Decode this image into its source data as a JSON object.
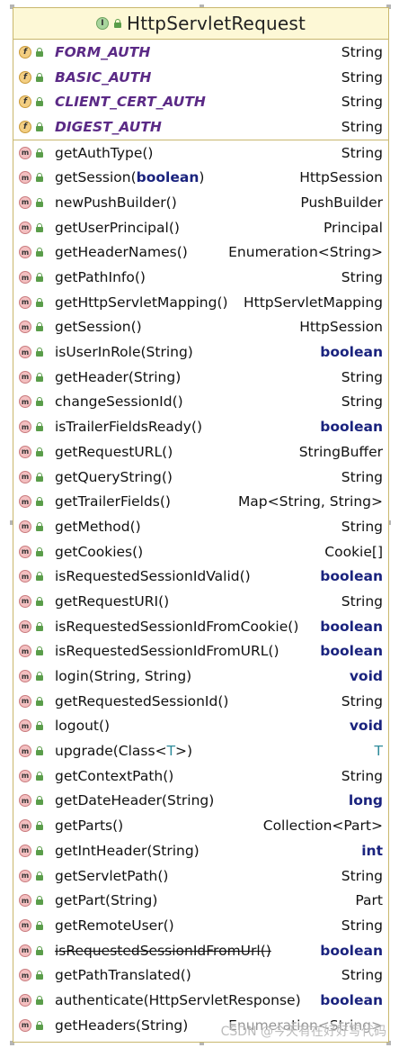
{
  "class": {
    "title": "HttpServletRequest",
    "kind_icon": "interface-icon",
    "kind_label": "I"
  },
  "fields": [
    {
      "name": "FORM_AUTH",
      "type": "String"
    },
    {
      "name": "BASIC_AUTH",
      "type": "String"
    },
    {
      "name": "CLIENT_CERT_AUTH",
      "type": "String"
    },
    {
      "name": "DIGEST_AUTH",
      "type": "String"
    }
  ],
  "methods": [
    {
      "name": "getAuthType()",
      "type": "String",
      "style": "plain"
    },
    {
      "name": "getSession(",
      "name_kw": "boolean",
      "name_end": ")",
      "type": "HttpSession",
      "style": "plain"
    },
    {
      "name": "newPushBuilder()",
      "type": "PushBuilder",
      "style": "plain"
    },
    {
      "name": "getUserPrincipal()",
      "type": "Principal",
      "style": "plain"
    },
    {
      "name": "getHeaderNames()",
      "type": "Enumeration<String>",
      "style": "plain"
    },
    {
      "name": "getPathInfo()",
      "type": "String",
      "style": "plain"
    },
    {
      "name": "getHttpServletMapping()",
      "type": "HttpServletMapping",
      "style": "plain"
    },
    {
      "name": "getSession()",
      "type": "HttpSession",
      "style": "plain"
    },
    {
      "name": "isUserInRole(String)",
      "type": "boolean",
      "style": "kw"
    },
    {
      "name": "getHeader(String)",
      "type": "String",
      "style": "plain"
    },
    {
      "name": "changeSessionId()",
      "type": "String",
      "style": "plain"
    },
    {
      "name": "isTrailerFieldsReady()",
      "type": "boolean",
      "style": "kw"
    },
    {
      "name": "getRequestURL()",
      "type": "StringBuffer",
      "style": "plain"
    },
    {
      "name": "getQueryString()",
      "type": "String",
      "style": "plain"
    },
    {
      "name": "getTrailerFields()",
      "type": "Map<String, String>",
      "style": "plain"
    },
    {
      "name": "getMethod()",
      "type": "String",
      "style": "plain"
    },
    {
      "name": "getCookies()",
      "type": "Cookie[]",
      "style": "plain"
    },
    {
      "name": "isRequestedSessionIdValid()",
      "type": "boolean",
      "style": "kw"
    },
    {
      "name": "getRequestURI()",
      "type": "String",
      "style": "plain"
    },
    {
      "name": "isRequestedSessionIdFromCookie()",
      "type": "boolean",
      "style": "kw"
    },
    {
      "name": "isRequestedSessionIdFromURL()",
      "type": "boolean",
      "style": "kw"
    },
    {
      "name": "login(String, String)",
      "type": "void",
      "style": "kw"
    },
    {
      "name": "getRequestedSessionId()",
      "type": "String",
      "style": "plain"
    },
    {
      "name": "logout()",
      "type": "void",
      "style": "kw"
    },
    {
      "name": "upgrade(Class<",
      "name_gen": "T",
      "name_end": ">)",
      "type": "T",
      "style": "generic"
    },
    {
      "name": "getContextPath()",
      "type": "String",
      "style": "plain"
    },
    {
      "name": "getDateHeader(String)",
      "type": "long",
      "style": "kw"
    },
    {
      "name": "getParts()",
      "type": "Collection<Part>",
      "style": "plain"
    },
    {
      "name": "getIntHeader(String)",
      "type": "int",
      "style": "kw"
    },
    {
      "name": "getServletPath()",
      "type": "String",
      "style": "plain"
    },
    {
      "name": "getPart(String)",
      "type": "Part",
      "style": "plain"
    },
    {
      "name": "getRemoteUser()",
      "type": "String",
      "style": "plain"
    },
    {
      "name": "isRequestedSessionIdFromUrl()",
      "type": "boolean",
      "style": "kw",
      "deprecated": true
    },
    {
      "name": "getPathTranslated()",
      "type": "String",
      "style": "plain"
    },
    {
      "name": "authenticate(HttpServletResponse)",
      "type": "boolean",
      "style": "kw"
    },
    {
      "name": "getHeaders(String)",
      "type": "Enumeration<String>",
      "style": "plain"
    }
  ],
  "icons": {
    "field": "field-icon",
    "method": "method-icon",
    "visibility": "public-lock-icon"
  },
  "colors": {
    "header_bg": "#fdf8d6",
    "border": "#c9b76d",
    "field_name": "#5b2a86",
    "keyword": "#1a237e",
    "generic": "#2e8b9a"
  },
  "watermark": "CSDN @今天有在好好写代码"
}
